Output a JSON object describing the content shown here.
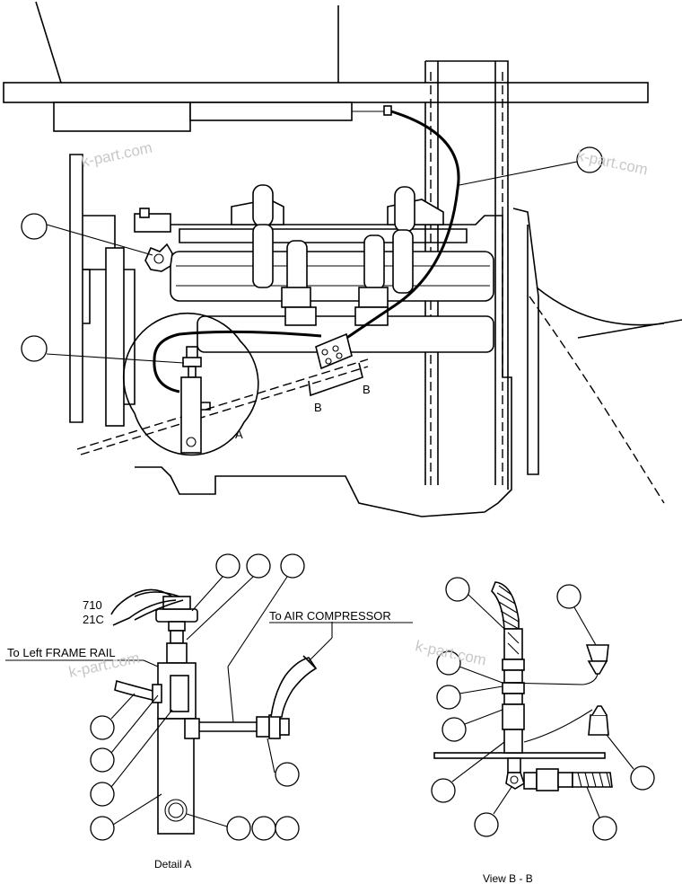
{
  "watermark": "k-part.com",
  "labels": {
    "section_a": "A",
    "section_b_left": "B",
    "section_b_right": "B",
    "wire_710": "710",
    "wire_21c": "21C",
    "to_air_compressor": "To AIR COMPRESSOR",
    "to_left_frame_rail": "To Left FRAME RAIL"
  },
  "captions": {
    "detail_a": "Detail A",
    "view_b": "View B - B"
  }
}
